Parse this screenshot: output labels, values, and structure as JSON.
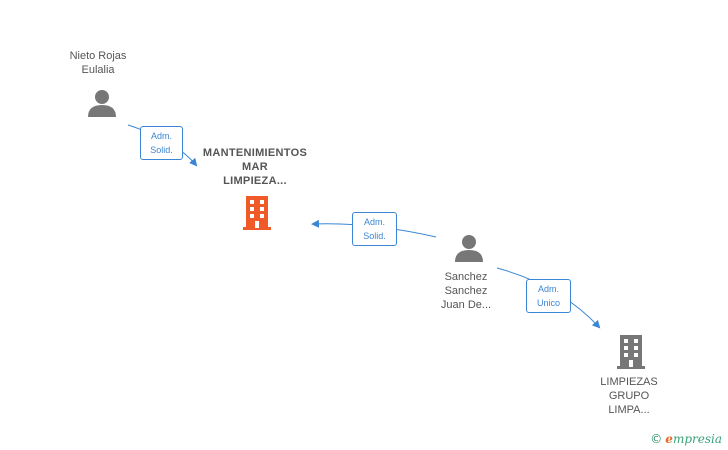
{
  "nodes": {
    "person1": {
      "label": "Nieto Rojas\nEulalia",
      "icon": "person-icon"
    },
    "company_main": {
      "label": "MANTENIMIENTOS\nMAR\nLIMPIEZA...",
      "icon": "building-icon"
    },
    "person2": {
      "label": "Sanchez\nSanchez\nJuan De...",
      "icon": "person-icon"
    },
    "company2": {
      "label": "LIMPIEZAS\nGRUPO\nLIMPA...",
      "icon": "building-icon"
    }
  },
  "edges": [
    {
      "label": "Adm.\nSolid."
    },
    {
      "label": "Adm.\nSolid."
    },
    {
      "label": "Adm.\nUnico"
    }
  ],
  "colors": {
    "edge": "#3b86d4",
    "main_company": "#f05a28",
    "node": "#777777"
  },
  "brand": {
    "copyright": "©",
    "first_letter": "e",
    "rest": "mpresia"
  }
}
